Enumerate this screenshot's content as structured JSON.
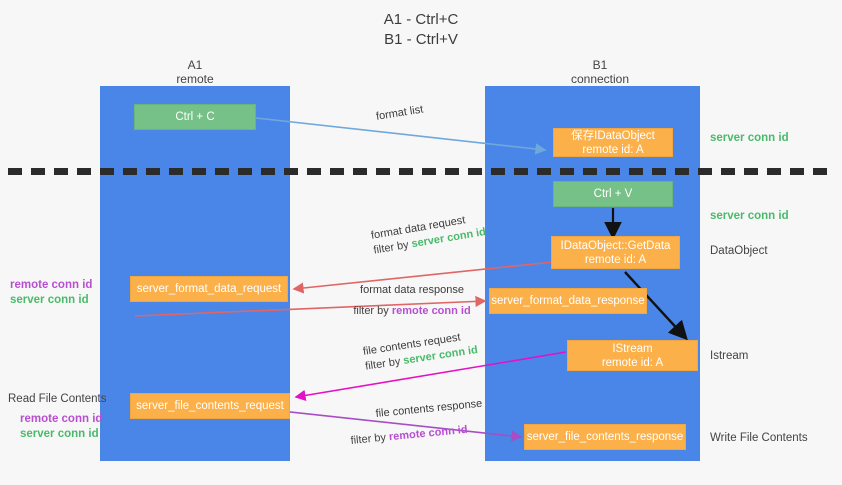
{
  "title": {
    "line1": "A1 - Ctrl+C",
    "line2": "B1 - Ctrl+V"
  },
  "lanes": [
    {
      "id": "a1",
      "name": "A1",
      "sub": "remote"
    },
    {
      "id": "b1",
      "name": "B1",
      "sub": "connection"
    }
  ],
  "boxes": {
    "ctrl_c": {
      "line1": "Ctrl + C",
      "line2": ""
    },
    "save_idataobject": {
      "line1": "保存IDataObject",
      "line2": "remote id: A"
    },
    "ctrl_v": {
      "line1": "Ctrl + V",
      "line2": ""
    },
    "getdata": {
      "line1": "IDataObject::GetData",
      "line2": "remote id: A"
    },
    "format_data_request": {
      "line1": "server_format_data_request",
      "line2": ""
    },
    "format_data_response": {
      "line1": "server_format_data_response",
      "line2": ""
    },
    "istream": {
      "line1": "IStream",
      "line2": "remote id: A"
    },
    "file_contents_request": {
      "line1": "server_file_contents_request",
      "line2": ""
    },
    "file_contents_response": {
      "line1": "server_file_contents_response",
      "line2": ""
    }
  },
  "right_labels": {
    "server_conn_id_1": "server conn id",
    "server_conn_id_2": "server conn id",
    "data_object": "DataObject",
    "istream": "Istream",
    "write_file_contents": "Write File Contents"
  },
  "left_labels": {
    "remote_conn_id_1": "remote conn id",
    "server_conn_id_1": "server conn id",
    "read_file_contents": "Read File Contents",
    "remote_conn_id_2": "remote conn id",
    "server_conn_id_2": "server conn id"
  },
  "edges": {
    "format_list": "format list",
    "format_data_request": "format data request",
    "format_data_request_filter_prefix": "filter by ",
    "format_data_request_filter_value": "server conn id",
    "format_data_response": "format data response",
    "format_data_response_filter_prefix": "filter by ",
    "format_data_response_filter_value": "remote conn id",
    "file_contents_request": "file contents request",
    "file_contents_request_filter_prefix": "filter by ",
    "file_contents_request_filter_value": "server conn id",
    "file_contents_response": "file contents response",
    "file_contents_response_filter_prefix": "filter by ",
    "file_contents_response_filter_value": "remote conn id"
  },
  "colors": {
    "lane": "#4a86e8",
    "green_box": "#76c187",
    "orange_box": "#fcb04a",
    "green_text": "#4aba6a",
    "purple_text": "#b84fd0",
    "arrow_blue": "#6fa8dc",
    "arrow_red": "#e06666",
    "arrow_magenta": "#e411c6",
    "arrow_purple": "#a64ec6",
    "arrow_black": "#111111",
    "dashed_line": "#2b2b2b"
  }
}
